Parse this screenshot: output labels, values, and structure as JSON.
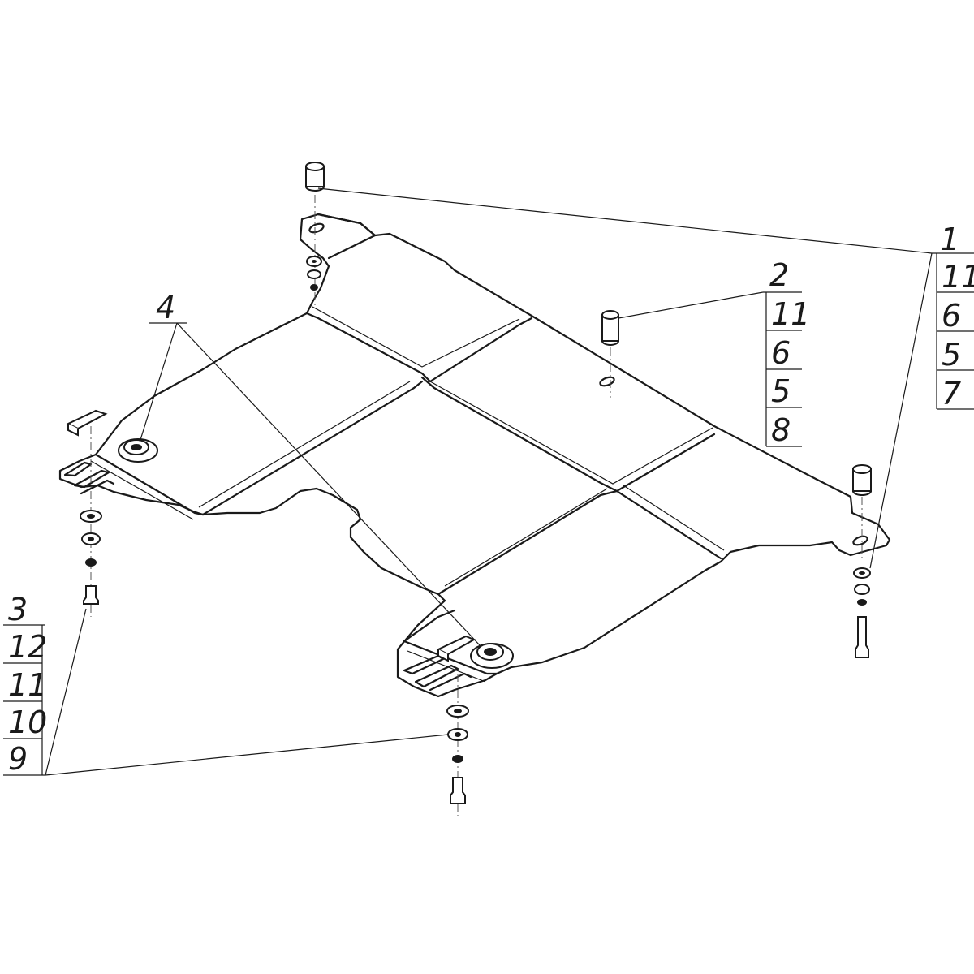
{
  "callouts": {
    "c1": {
      "label": "1",
      "items": [
        "11",
        "6",
        "5",
        "7"
      ]
    },
    "c2": {
      "label": "2",
      "items": [
        "11",
        "6",
        "5",
        "8"
      ]
    },
    "c3": {
      "label": "3",
      "items": [
        "12",
        "11",
        "10",
        "9"
      ]
    },
    "c4": {
      "label": "4"
    }
  }
}
